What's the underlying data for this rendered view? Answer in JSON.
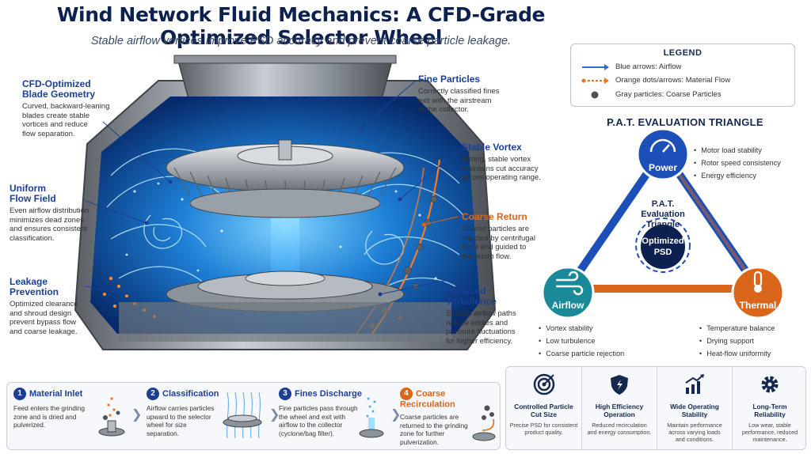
{
  "header": {
    "title": "Wind Network Fluid Mechanics: A CFD-Grade Optimized Selector Wheel",
    "subtitle": "Stable airflow vortices improve PSD accuracy and prevent coarse particle leakage."
  },
  "callouts": {
    "blade": {
      "title_1": "CFD-Optimized",
      "title_2": "Blade Geometry",
      "text": [
        "Curved, backward-leaning",
        "blades create stable",
        "vortices and reduce",
        "flow separation."
      ]
    },
    "uniform": {
      "title_1": "Uniform",
      "title_2": "Flow Field",
      "text": [
        "Even airflow distribution",
        "minimizes dead zones",
        "and ensures consistent",
        "classification."
      ]
    },
    "leakage": {
      "title_1": "Leakage",
      "title_2": "Prevention",
      "text": [
        "Optimized clearance",
        "and shroud design",
        "prevent bypass flow",
        "and coarse leakage."
      ]
    },
    "fine": {
      "title": "Fine Particles",
      "text": [
        "Correctly classified fines",
        "exit with the airstream",
        "to the collector."
      ]
    },
    "vortex": {
      "title": "Stable Vortex",
      "text": [
        "Strong, stable vortex",
        "maintains cut accuracy",
        "across operating range."
      ]
    },
    "coarse": {
      "title": "Coarse Return",
      "text": [
        "Coarse particles are",
        "rejected by centrifugal",
        "force and guided to",
        "the return flow."
      ]
    },
    "turbulence": {
      "title_1": "Reduced",
      "title_2": "Turbulence",
      "text": [
        "Smooth airflow paths",
        "reduce eddies and",
        "pressure fluctuations",
        "for higher efficiency."
      ]
    }
  },
  "legend": {
    "title": "LEGEND",
    "blue": "Blue arrows: Airflow",
    "orange": "Orange dots/arrows: Material Flow",
    "gray": "Gray particles: Coarse Particles"
  },
  "pat": {
    "heading": "P.A.T. EVALUATION TRIANGLE",
    "center_1": "P.A.T.",
    "center_2": "Evaluation",
    "center_3": "Triangle",
    "core_1": "Optimized",
    "core_2": "PSD",
    "power": "Power",
    "airflow": "Airflow",
    "thermal": "Thermal",
    "power_points": [
      "Motor load stability",
      "Rotor speed consistency",
      "Energy efficiency"
    ],
    "airflow_points": [
      "Vortex stability",
      "Low turbulence",
      "Coarse particle rejection"
    ],
    "thermal_points": [
      "Temperature balance",
      "Drying support",
      "Heat-flow uniformity"
    ]
  },
  "steps": [
    {
      "num": "1",
      "title": "Material Inlet",
      "text": [
        "Feed enters the grinding",
        "zone and is dried and",
        "pulverized."
      ]
    },
    {
      "num": "2",
      "title": "Classification",
      "text": [
        "Airflow carries particles",
        "upward to the selector",
        "wheel for size",
        "separation."
      ]
    },
    {
      "num": "3",
      "title": "Fines Discharge",
      "text": [
        "Fine particles pass through",
        "the wheel and exit with",
        "airflow to the collector",
        "(cyclone/bag filter)."
      ]
    },
    {
      "num": "4",
      "title": "Coarse Recirculation",
      "text": [
        "Coarse particles are",
        "returned to the grinding",
        "zone for further",
        "pulverization."
      ]
    }
  ],
  "benefits": [
    {
      "icon": "target-icon",
      "title_1": "Controlled Particle",
      "title_2": "Cut Size",
      "text": [
        "Precise PSD for consistent",
        "product quality."
      ]
    },
    {
      "icon": "shield-icon",
      "title_1": "High Efficiency",
      "title_2": "Operation",
      "text": [
        "Reduced recirculation",
        "and energy consumption."
      ]
    },
    {
      "icon": "chart-up-icon",
      "title_1": "Wide Operating",
      "title_2": "Stability",
      "text": [
        "Maintain performance",
        "across varying loads",
        "and conditions."
      ]
    },
    {
      "icon": "gear-icon",
      "title_1": "Long-Term",
      "title_2": "Reliability",
      "text": [
        "Low wear, stable",
        "performance, reduced",
        "maintenance."
      ]
    }
  ],
  "colors": {
    "navy": "#0d2150",
    "blue": "#1c3f94",
    "orange": "#d9661a",
    "teal": "#1a8a9a",
    "power": "#1d4fb8"
  }
}
